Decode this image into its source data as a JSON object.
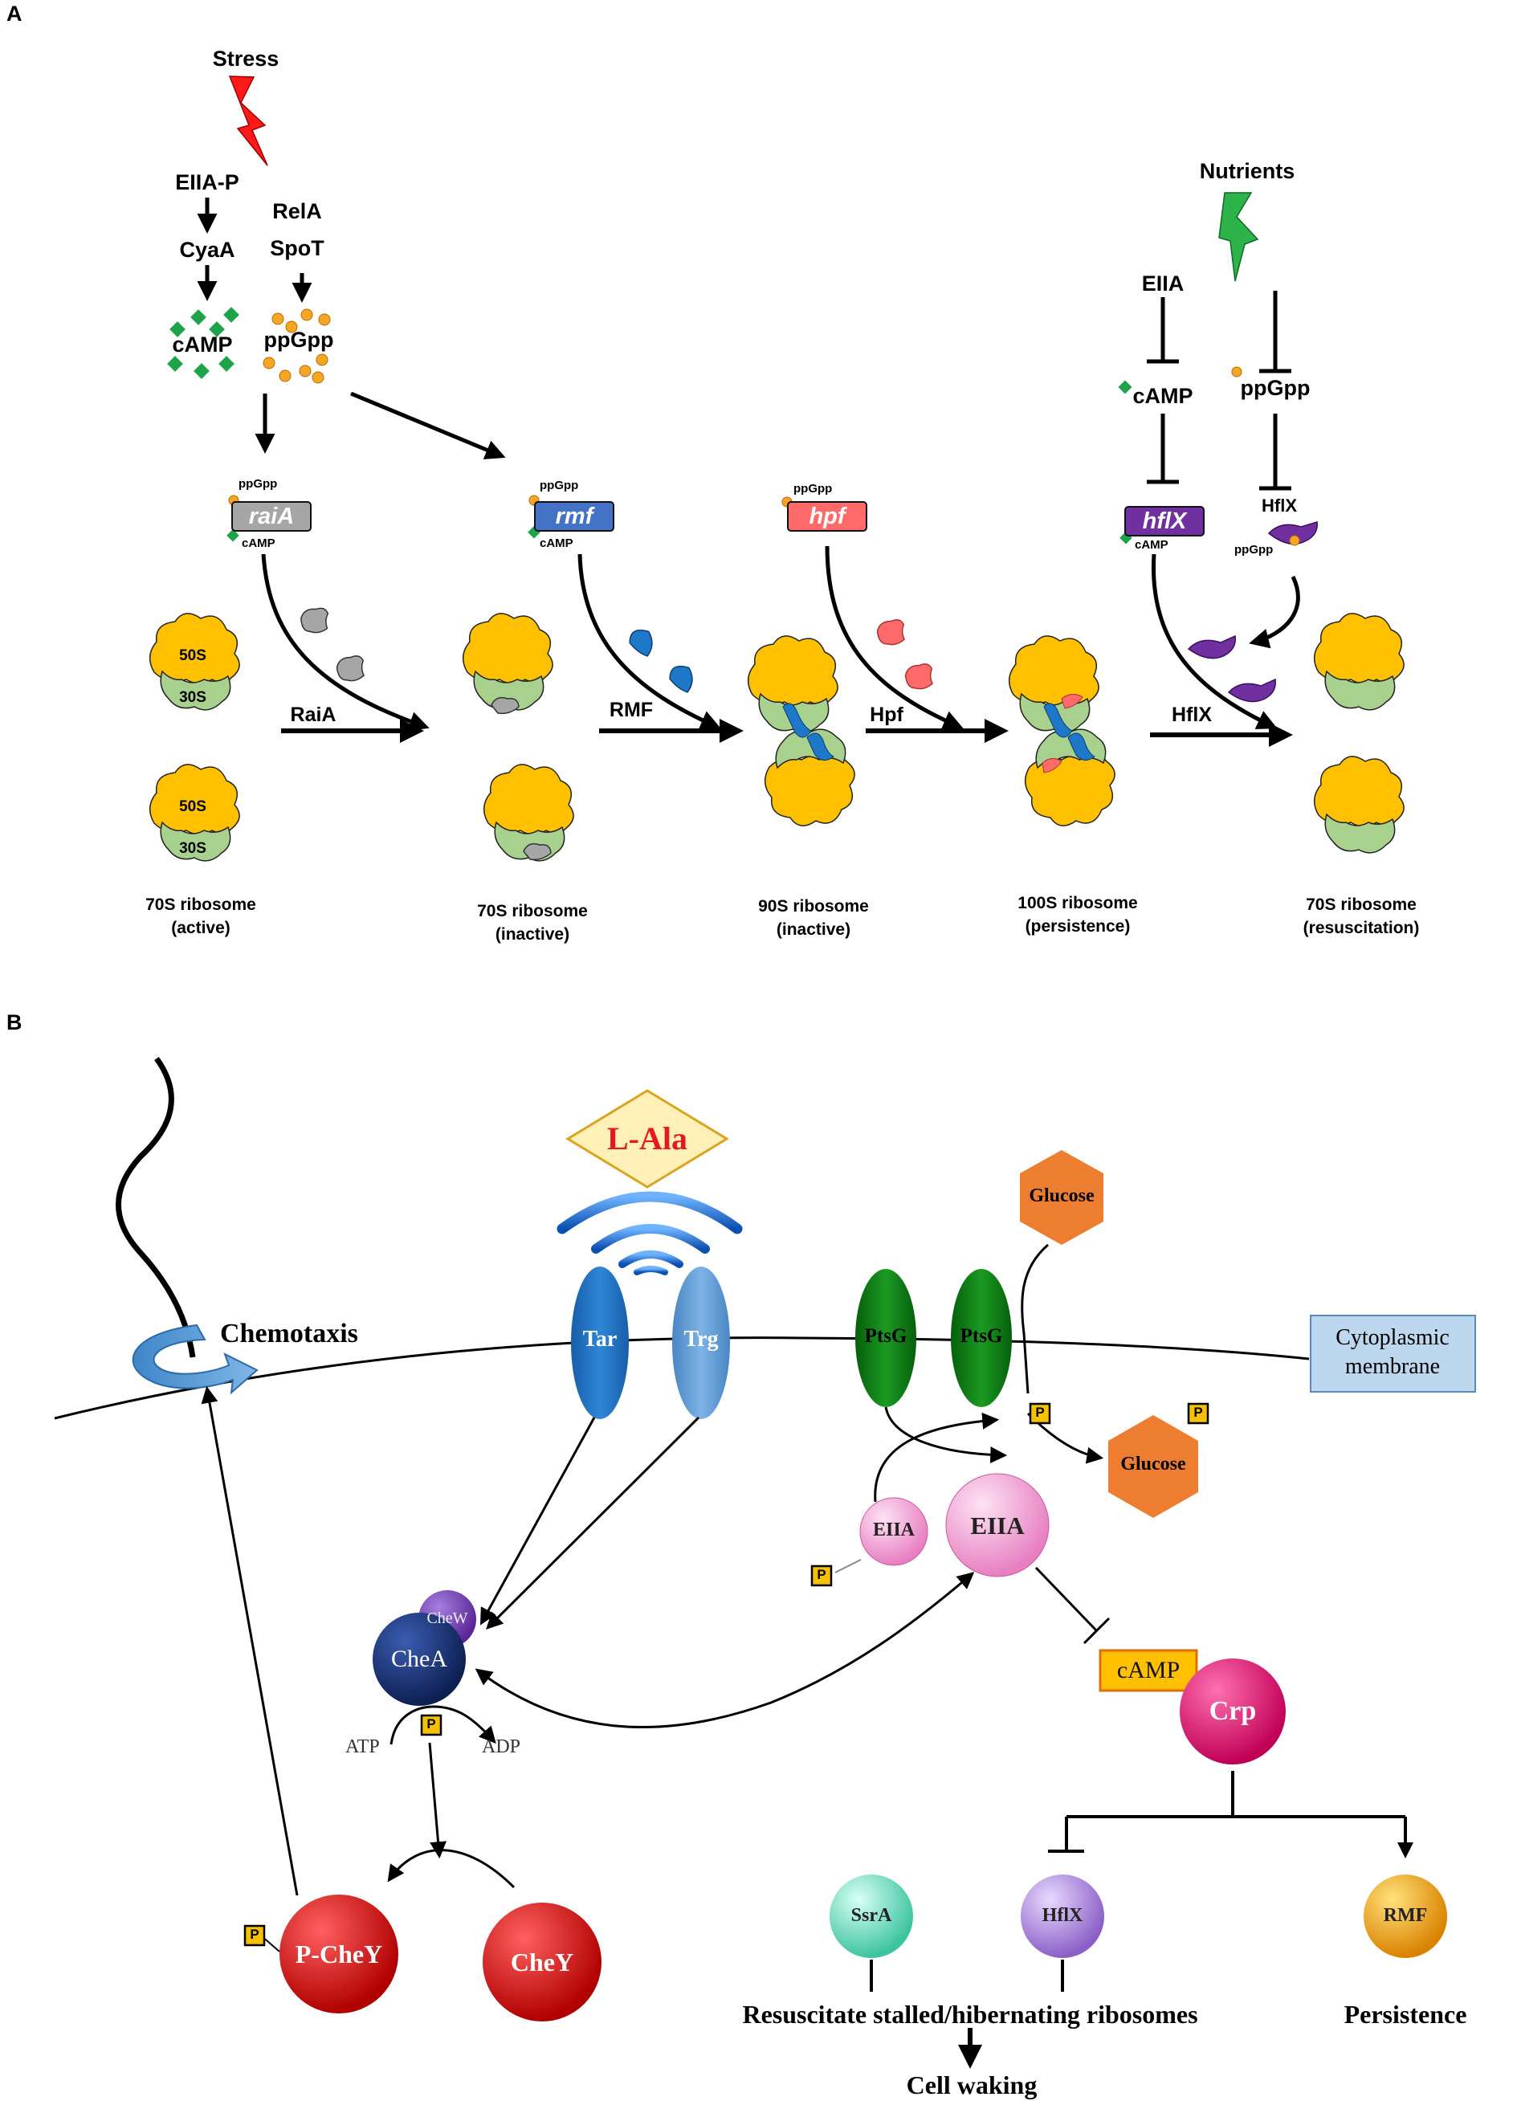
{
  "panel_a": {
    "label": "A",
    "stress": "Stress",
    "eiia_p": "EIIA-P",
    "cyaa": "CyaA",
    "camp": "cAMP",
    "rela": "RelA",
    "spot": "SpoT",
    "ppgpp": "ppGpp",
    "nutrients": "Nutrients",
    "eiia": "EIIA",
    "hflx": "HflX",
    "small_ppgpp": "ppGpp",
    "small_camp": "cAMP",
    "genes": {
      "raia": "raiA",
      "rmf": "rmf",
      "hpf": "hpf",
      "hflx": "hflX"
    },
    "proteins": {
      "raia": "RaiA",
      "rmf": "RMF",
      "hpf": "Hpf",
      "hflx": "HflX"
    },
    "subunits": {
      "large": "50S",
      "small": "30S"
    },
    "captions": [
      {
        "l1": "70S ribosome",
        "l2": "(active)"
      },
      {
        "l1": "70S ribosome",
        "l2": "(inactive)"
      },
      {
        "l1": "90S ribosome",
        "l2": "(inactive)"
      },
      {
        "l1": "100S ribosome",
        "l2": "(persistence)"
      },
      {
        "l1": "70S ribosome",
        "l2": "(resuscitation)"
      }
    ],
    "colors": {
      "ribosome_large": "#FFC000",
      "ribosome_small": "#A9D18E",
      "raia": "#A6A6A6",
      "rmf": "#4472C4",
      "hpf": "#FF6B6B",
      "hflx": "#7030A0",
      "camp": "#1FA34A",
      "ppgpp": "#F5A623",
      "stress_bolt": "#FF0000",
      "nutrient_bolt": "#2DB34A"
    }
  },
  "panel_b": {
    "label": "B",
    "l_ala": "L-Ala",
    "chemotaxis": "Chemotaxis",
    "tar": "Tar",
    "trg": "Trg",
    "ptsg": "PtsG",
    "glucose": "Glucose",
    "membrane_l1": "Cytoplasmic",
    "membrane_l2": "membrane",
    "p": "P",
    "eiia": "EIIA",
    "chew": "CheW",
    "chea": "CheA",
    "atp": "ATP",
    "adp": "ADP",
    "camp": "cAMP",
    "crp": "Crp",
    "ssra": "SsrA",
    "hflx": "HflX",
    "rmf": "RMF",
    "p_chey": "P-CheY",
    "chey": "CheY",
    "resuscitate": "Resuscitate stalled/hibernating ribosomes",
    "persistence": "Persistence",
    "cell_waking": "Cell waking",
    "colors": {
      "tar": "#1F6FBF",
      "trg": "#5B9BD5",
      "ptsg": "#0B7A12",
      "glucose": "#ED7D31",
      "eiia": "#F4A6D7",
      "chea": "#1F3A7A",
      "chew": "#7A3FBF",
      "crp": "#E8126E",
      "chey": "#E01010",
      "ssra": "#5FD3B5",
      "hflx_b": "#A57FD6",
      "rmf_b": "#F0A30A",
      "p_box": "#F5C000",
      "membrane_box": "#BDD7EE"
    }
  }
}
